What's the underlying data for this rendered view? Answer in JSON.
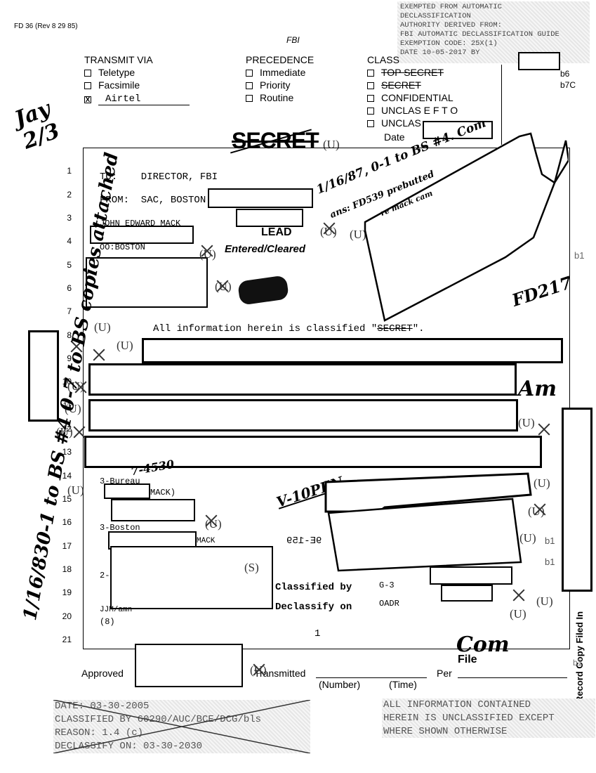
{
  "header": {
    "form_id": "FD 36 (Rev 8 29 85)",
    "agency": "FBI"
  },
  "declass_stamp_top": [
    "EXEMPTED FROM AUTOMATIC",
    "DECLASSIFICATION",
    "AUTHORITY DERIVED FROM:",
    "FBI AUTOMATIC DECLASSIFICATION GUIDE",
    "EXEMPTION CODE: 25X(1)",
    "DATE 10-05-2017      BY"
  ],
  "exemptions": {
    "top": "b6",
    "top2": "b7C",
    "side": "b1",
    "mid1": "b1",
    "mid2": "b1",
    "low": "b1"
  },
  "transmit_via": {
    "title": "TRANSMIT VIA",
    "options": [
      "Teletype",
      "Facsimile",
      "Airtel"
    ],
    "checked_mark": "X"
  },
  "precedence": {
    "title": "PRECEDENCE",
    "options": [
      "Immediate",
      "Priority",
      "Routine"
    ]
  },
  "classification": {
    "title": "CLASS",
    "options": [
      "TOP SECRET",
      "SECRET",
      "CONFIDENTIAL",
      "UNCLAS E F T O",
      "UNCLAS"
    ],
    "date_label": "Date"
  },
  "secret_stamp": "SECRET",
  "u_marker": "(U)",
  "s_marker": "(S)",
  "line_numbers": [
    "1",
    "2",
    "3",
    "4",
    "5",
    "6",
    "7",
    "8",
    "9",
    "10",
    "11",
    "12",
    "13",
    "14",
    "15",
    "16",
    "17",
    "18",
    "19",
    "20",
    "21"
  ],
  "memo": {
    "to": "TO:    DIRECTOR, FBI",
    "from": "FROM:  SAC, BOSTON",
    "subject": "JOHN EDWARD MACK",
    "office": "OO:BOSTON",
    "lead": "LEAD",
    "entered": "Entered/Cleared",
    "classified_line_prefix": "All information herein is classified \"",
    "classified_line_word": "SECRET",
    "classified_line_suffix": "\".",
    "bureau": "3-Bureau",
    "mack_paren": "MACK)",
    "boston": "3-Boston",
    "mack": "MACK",
    "two": "2-",
    "initials": "JJM/amn",
    "count": "(8)",
    "page": "1",
    "classified_by": "Classified by",
    "classified_by_value": "G-3",
    "declassify_on": "Declassify on",
    "declassify_value": "OADR",
    "reversed_code": "9E-159"
  },
  "footer": {
    "approved": "Approved",
    "transmitted": "Transmitted",
    "number": "(Number)",
    "time": "(Time)",
    "per": "Per",
    "side_text": "Record Copy Filed In"
  },
  "declass_stamp_bottom_left": [
    "DATE: 03-30-2005",
    "CLASSIFIED BY 60290/AUC/BCE/DCG/bls",
    "REASON: 1.4 (c)",
    "DECLASSIFY ON: 03-30-2030"
  ],
  "declass_stamp_bottom_right": [
    "ALL INFORMATION CONTAINED",
    "HEREIN IS UNCLASSIFIED EXCEPT",
    "WHERE SHOWN OTHERWISE"
  ],
  "handwriting": {
    "top_right": "1/16/87, 0-1 to BS #4. Com",
    "top_right2": "ans: FD539 prebutted",
    "top_right3": "re mack cam",
    "fd217": "FD217",
    "am": "Am",
    "vertical_left": "1/16/830-1 to BS #4 0-7 to BS copies attached",
    "fifteen": "7-4530",
    "v10": "V-10PEN",
    "com": "Com",
    "file": "File",
    "initial_top": "Jay 2/3"
  }
}
